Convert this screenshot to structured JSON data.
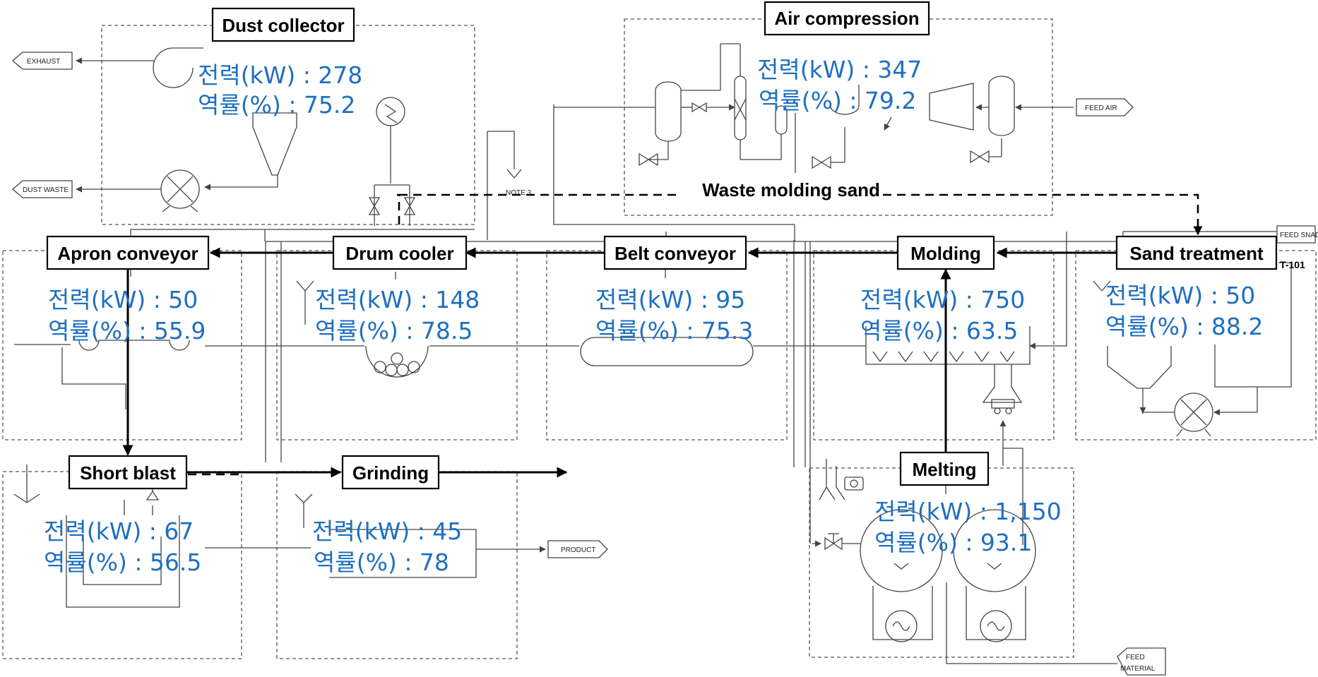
{
  "colors": {
    "value_text": "#1f6fc0",
    "label_text": "#000000",
    "line": "#444444"
  },
  "streams": {
    "exhaust": "EXHAUST",
    "dust_waste": "DUST WASTE",
    "feed_air": "FEED AIR",
    "feed_sand": "FEED SNAD",
    "product": "PRODUCT",
    "feed_material_1": "FEED",
    "feed_material_2": "MATERIAL",
    "note": "NOTE 3",
    "tag_t101": "T-101"
  },
  "waste_label": "Waste molding sand",
  "units": {
    "dust_collector": {
      "name": "Dust collector",
      "power": "전력(kW) : 278",
      "pf": "역률(%) : 75.2"
    },
    "air_compression": {
      "name": "Air compression",
      "power": "전력(kW) : 347",
      "pf": "역률(%) : 79.2"
    },
    "apron_conveyor": {
      "name": "Apron conveyor",
      "power": "전력(kW) : 50",
      "pf": "역률(%) : 55.9"
    },
    "drum_cooler": {
      "name": "Drum cooler",
      "power": "전력(kW) : 148",
      "pf": "역률(%) : 78.5"
    },
    "belt_conveyor": {
      "name": "Belt conveyor",
      "power": "전력(kW) : 95",
      "pf": "역률(%) : 75.3"
    },
    "molding": {
      "name": "Molding",
      "power": "전력(kW) : 750",
      "pf": "역률(%) : 63.5"
    },
    "sand_treatment": {
      "name": "Sand treatment",
      "power": "전력(kW) : 50",
      "pf": "역률(%) : 88.2"
    },
    "short_blast": {
      "name": "Short blast",
      "power": "전력(kW) : 67",
      "pf": "역률(%) : 56.5"
    },
    "grinding": {
      "name": "Grinding",
      "power": "전력(kW) : 45",
      "pf": "역률(%) : 78"
    },
    "melting": {
      "name": "Melting",
      "power": "전력(kW) : 1,150",
      "pf": "역률(%) : 93.1"
    }
  }
}
